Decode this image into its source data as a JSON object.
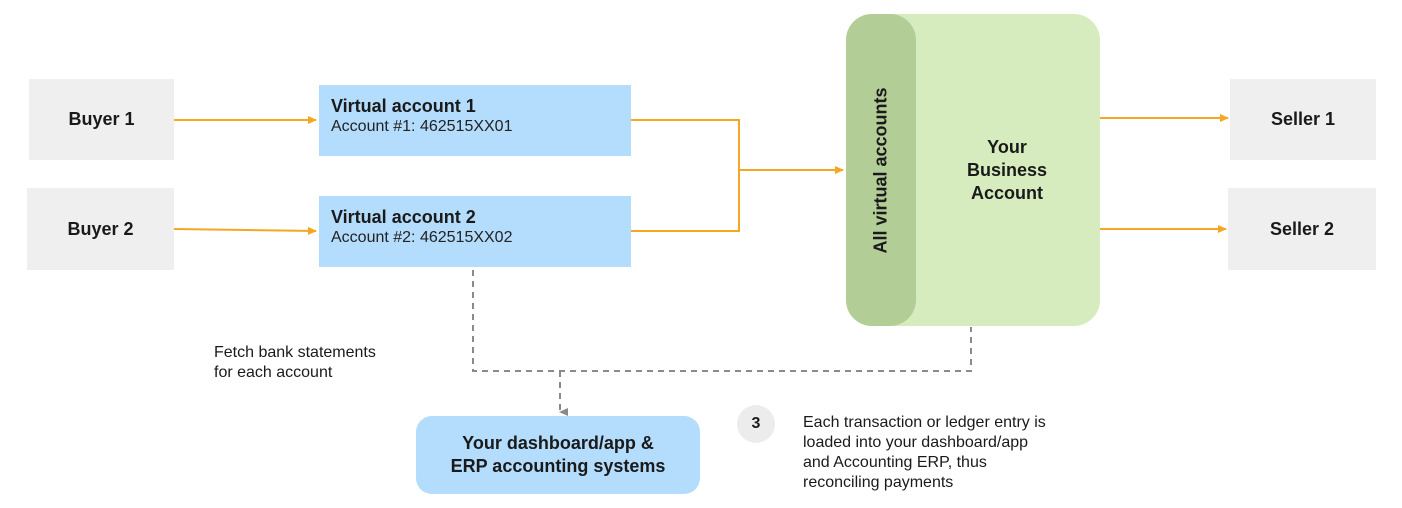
{
  "buyers": [
    {
      "label": "Buyer 1"
    },
    {
      "label": "Buyer 2"
    }
  ],
  "virtual_accounts": [
    {
      "title": "Virtual account 1",
      "account": "Account #1: 462515XX01"
    },
    {
      "title": "Virtual account 2",
      "account": "Account #2: 462515XX02"
    }
  ],
  "business_account": {
    "side_label": "All virtual accounts",
    "main_label": [
      "Your",
      "Business",
      "Account"
    ]
  },
  "sellers": [
    {
      "label": "Seller 1"
    },
    {
      "label": "Seller 2"
    }
  ],
  "fetch_note": [
    "Fetch bank statements",
    "for each account"
  ],
  "dashboard": [
    "Your dashboard/app &",
    "ERP accounting systems"
  ],
  "step": {
    "number": "3",
    "text": [
      "Each transaction or ledger entry is",
      "loaded into your dashboard/app",
      "and Accounting ERP, thus",
      "reconciling payments"
    ]
  },
  "colors": {
    "arrow": "#f5a623",
    "dashed": "#8a8a8a",
    "gray_box": "#efefef",
    "blue_box": "#b3dcfd",
    "green_outer": "#d6ecbf",
    "green_inner": "#b3cd97"
  }
}
